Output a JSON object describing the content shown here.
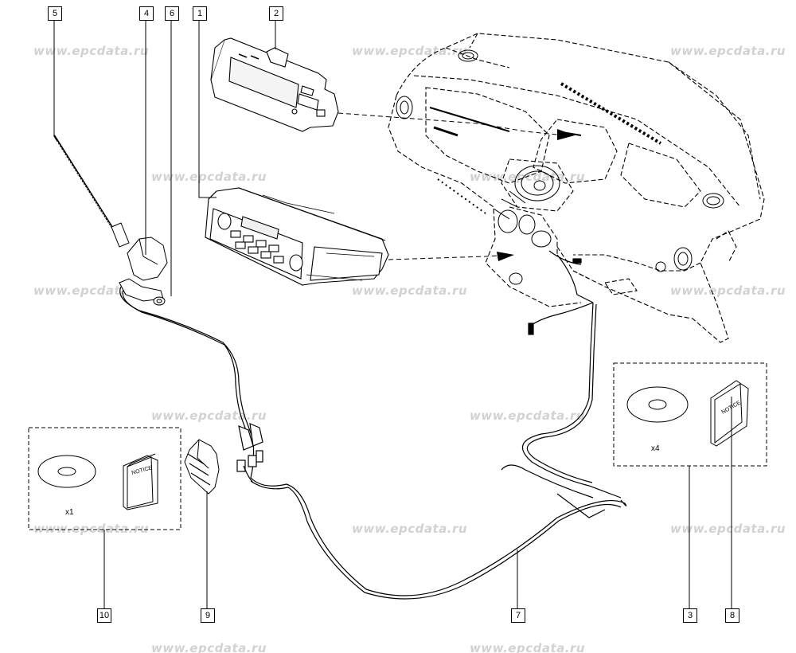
{
  "watermark": "www.epcdata.ru",
  "callouts": {
    "radio": "1",
    "display": "2",
    "kit_x4": "3",
    "antenna_base": "4",
    "antenna_rod": "5",
    "nut": "6",
    "harness": "7",
    "notice_x4": "8",
    "connector_clip": "9",
    "kit_x1": "10"
  },
  "kit_x1": {
    "quantity": "x1",
    "booklet_label": "NOTICE"
  },
  "kit_x4": {
    "quantity": "x4",
    "booklet_label": "NOTICE"
  }
}
